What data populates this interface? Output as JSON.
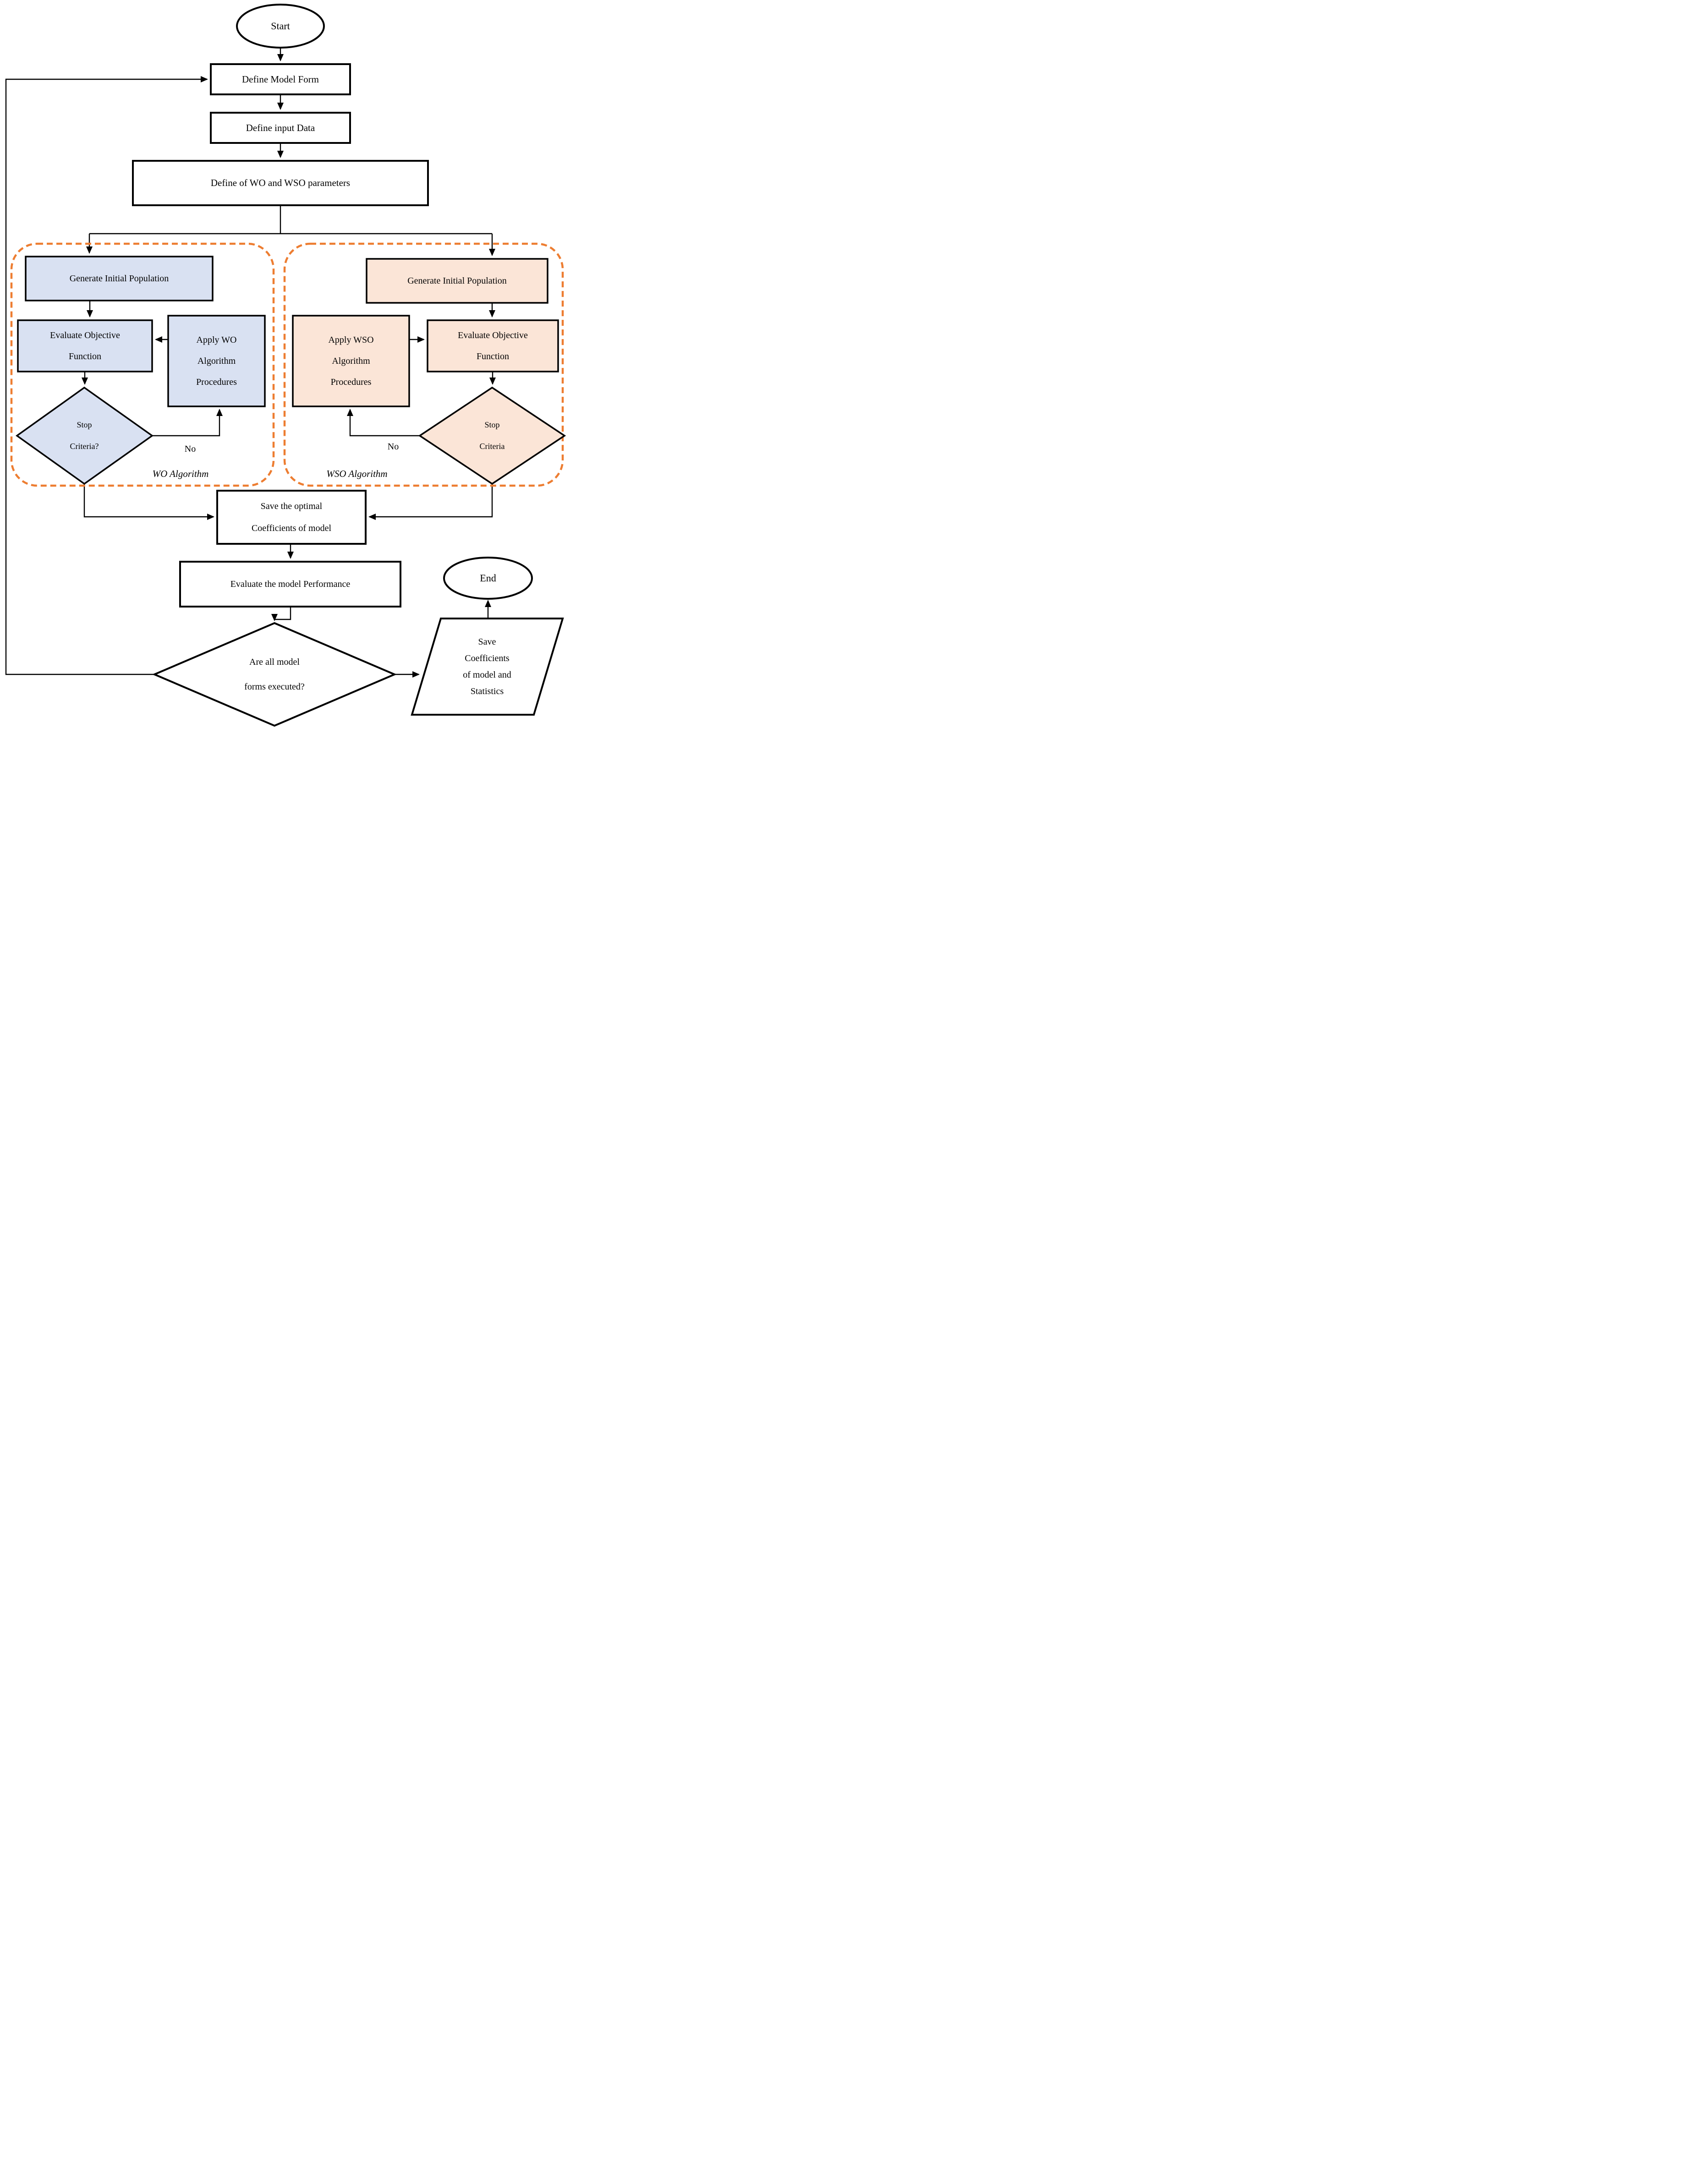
{
  "colors": {
    "wo_fill": "#D9E1F2",
    "wso_fill": "#FBE5D7",
    "region_border": "#ED7D31",
    "line": "#000000",
    "plain_fill": "#FFFFFF"
  },
  "nodes": {
    "start": "Start",
    "define_model_form": "Define Model Form",
    "define_input_data": "Define input Data",
    "define_parameters": "Define of WO and WSO parameters",
    "wo_generate": "Generate Initial Population",
    "wo_evaluate": "Evaluate Objective\nFunction",
    "wo_apply": "Apply WO\nAlgorithm\nProcedures",
    "wo_stop": "Stop\nCriteria?",
    "wso_generate": "Generate Initial Population",
    "wso_apply": "Apply WSO\nAlgorithm\nProcedures",
    "wso_evaluate": "Evaluate Objective\nFunction",
    "wso_stop": "Stop\nCriteria",
    "save_optimal": "Save the optimal\nCoefficients of model",
    "evaluate_performance": "Evaluate the model Performance",
    "all_forms_executed": "Are all model\nforms executed?",
    "save_coefficients": "Save\nCoefficients\nof model and\nStatistics",
    "end": "End"
  },
  "edge_labels": {
    "wo_no": "No",
    "wso_no": "No"
  },
  "region_labels": {
    "wo": "WO Algorithm",
    "wso": "WSO Algorithm"
  }
}
